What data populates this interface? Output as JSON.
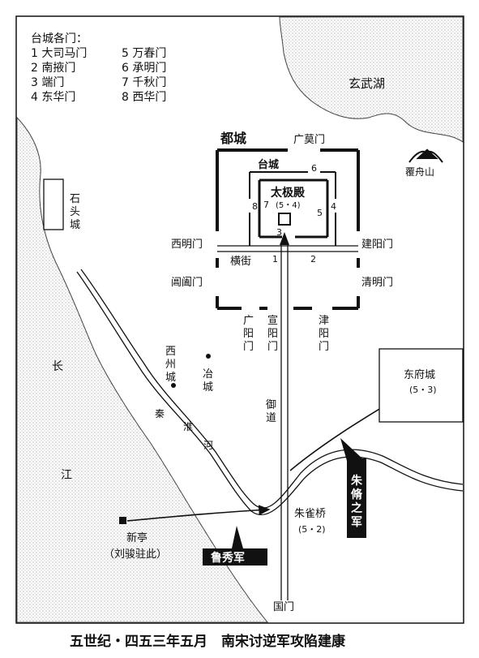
{
  "legend": {
    "title": "台城各门：",
    "gates": [
      "1 大司马门",
      "2 南掖门",
      "3 端门",
      "4 东华门",
      "5 万春门",
      "6 承明门",
      "7 千秋门",
      "8 西华门"
    ]
  },
  "places": {
    "xuanwu_lake": "玄武湖",
    "fuzhou_mountain": "覆舟山",
    "ducheng": "都城",
    "taicheng": "台城",
    "taiji_hall": "太极殿",
    "taiji_date": "(5・4)",
    "guangmo_gate": "广莫门",
    "ximing_gate": "西明门",
    "jianyang_gate": "建阳门",
    "changhe_gate": "阊阖门",
    "qingming_gate": "清明门",
    "heng_street": "横街",
    "guangyang_gate": "广阳门",
    "xuanyang_gate": "宣阳门",
    "jinyang_gate": "津阳门",
    "shitou_city": "石头城",
    "xizhou_city": "西州城",
    "ye_city": "冶城",
    "dongfu_city": "东府城",
    "dongfu_date": "(5・3)",
    "yudao": "御道",
    "qinhuai_river": "秦淮河",
    "changjiang": "长江",
    "zhuque_bridge": "朱雀桥",
    "zhuque_date": "(5・2)",
    "xinting": "新亭",
    "xinting_note": "（刘骏驻此）",
    "guomen": "国门",
    "taicheng_gate_nums": [
      "1",
      "2",
      "3",
      "4",
      "5",
      "6",
      "7",
      "8"
    ]
  },
  "armies": {
    "zhu_army": "朱脩之军",
    "lu_army": "鲁秀军"
  },
  "caption": "五世纪・四五三年五月　南宋讨逆军攻陷建康"
}
